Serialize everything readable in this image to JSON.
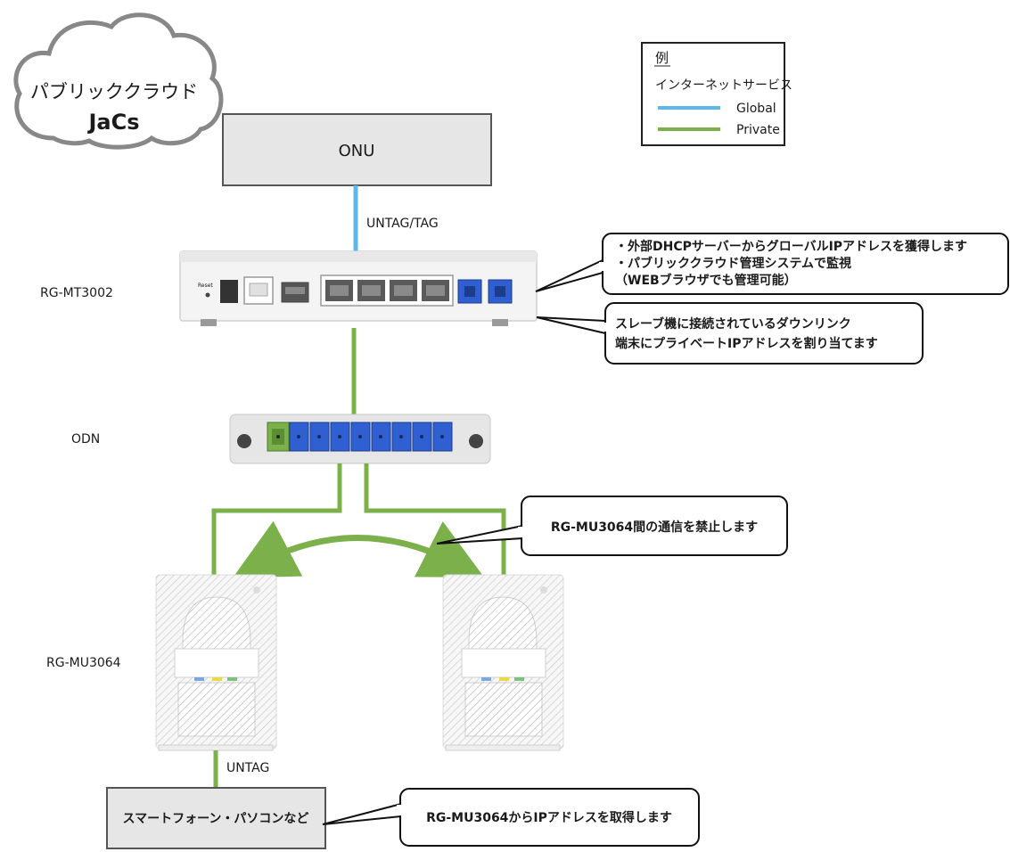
{
  "cloud": {
    "line1": "パブリッククラウド",
    "line2": "JaCs"
  },
  "onu": {
    "label": "ONU"
  },
  "link_onu_router": {
    "label": "UNTAG/TAG"
  },
  "legend": {
    "title": "例",
    "subtitle": "インターネットサービス",
    "items": [
      {
        "label": "Global",
        "color": "#5bb8e8"
      },
      {
        "label": "Private",
        "color": "#7cb04a"
      }
    ]
  },
  "devices": {
    "router": {
      "label": "RG-MT3002"
    },
    "odn": {
      "label": "ODN"
    },
    "unit": {
      "label": "RG-MU3064"
    }
  },
  "router_panel": {
    "reset": "Reset"
  },
  "callouts": {
    "global": {
      "lines": [
        "・外部DHCPサーバーからグローバルIPアドレスを獲得します",
        "・パブリッククラウド管理システムで監視",
        "（WEBブラウザでも管理可能）"
      ]
    },
    "private": {
      "lines": [
        "スレーブ機に接続されているダウンリンク",
        "端末にプライベートIPアドレスを割り当てます"
      ]
    },
    "isolation": {
      "text": "RG-MU3064間の通信を禁止します"
    },
    "client_ip": {
      "text": "RG-MU3064からIPアドレスを取得します"
    }
  },
  "client": {
    "label": "スマートフォーン・パソコンなど"
  },
  "link_client": {
    "label": "UNTAG"
  },
  "colors": {
    "global": "#5bb8e8",
    "private": "#7cb04a",
    "box_fill": "#e6e6e6",
    "box_stroke": "#555555",
    "port_blue": "#2f5fd0"
  }
}
